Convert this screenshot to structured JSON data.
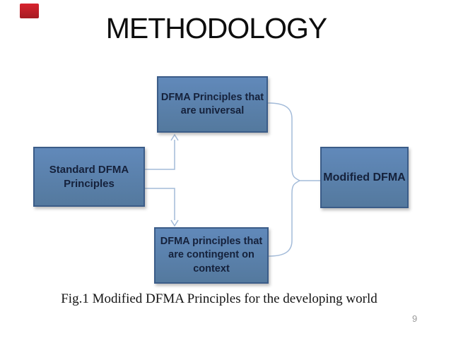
{
  "slide": {
    "title": "METHODOLOGY",
    "caption": "Fig.1 Modified DFMA Principles for the developing world",
    "page_number": "9"
  },
  "diagram": {
    "boxes": [
      {
        "id": "universal",
        "lines": [
          "DFMA Principles that",
          "are universal"
        ]
      },
      {
        "id": "standard",
        "lines": [
          "Standard DFMA",
          "Principles"
        ]
      },
      {
        "id": "modified",
        "lines": [
          "Modified DFMA"
        ]
      },
      {
        "id": "contingent",
        "lines": [
          "DFMA principles that",
          "are contingent on",
          "context"
        ]
      }
    ],
    "flow": [
      "Standard DFMA Principles -> DFMA Principles that are universal",
      "Standard DFMA Principles -> DFMA principles that are contingent on context",
      "DFMA Principles that are universal -> Modified DFMA",
      "DFMA principles that are contingent on context -> Modified DFMA"
    ]
  },
  "colors": {
    "box_fill": "#5b83b6",
    "box_border": "#3b5c88",
    "box_text": "#15213b",
    "connector": "#a3bbd9",
    "accent_mark_red": "#c51f27",
    "page_number_gray": "#9a9a9a"
  }
}
